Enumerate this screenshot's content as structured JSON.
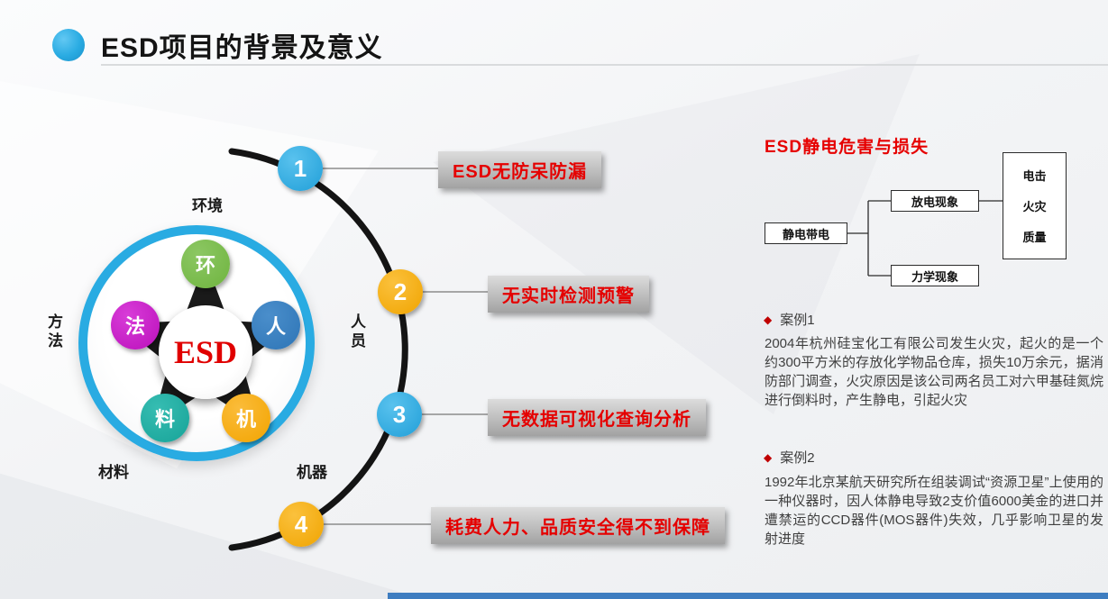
{
  "slide": {
    "title": "ESD项目的背景及意义"
  },
  "colors": {
    "accent_blue": "#29abe2",
    "marker_orange": "#f2a400",
    "ribbon_text_red": "#e50000",
    "hazard_title_red": "#e60000",
    "case_diamond_red": "#c00000",
    "node_green": "#6fb43f",
    "node_blue": "#2e75b6",
    "node_magenta": "#bb10bb",
    "node_teal": "#17a398",
    "node_orange": "#f2a400",
    "bottom_bar_blue": "#3e7dc0"
  },
  "star_diagram": {
    "center": "ESD",
    "nodes": [
      {
        "label": "环"
      },
      {
        "label": "人"
      },
      {
        "label": "法"
      },
      {
        "label": "料"
      },
      {
        "label": "机"
      }
    ],
    "outer_labels": {
      "top": "环境",
      "right": "人员",
      "left": "方法",
      "bottom_left": "材料",
      "bottom_right": "机器"
    }
  },
  "arc_items": [
    {
      "number": "1",
      "label": "ESD无防呆防漏"
    },
    {
      "number": "2",
      "label": "无实时检测预警"
    },
    {
      "number": "3",
      "label": "无数据可视化查询分析"
    },
    {
      "number": "4",
      "label": "耗费人力、品质安全得不到保障"
    }
  ],
  "hazard_panel": {
    "title": "ESD静电危害与损失",
    "flow": {
      "root": "静电带电",
      "branch_top": "放电现象",
      "branch_bottom": "力学现象",
      "outcomes": [
        "电击",
        "火灾",
        "质量"
      ]
    },
    "cases": [
      {
        "bullet": "◆",
        "heading": "案例1",
        "text": "2004年杭州硅宝化工有限公司发生火灾，起火的是一个约300平方米的存放化学物品仓库，损失10万余元，据消防部门调查，火灾原因是该公司两名员工对六甲基硅氮烷进行倒料时，产生静电，引起火灾"
      },
      {
        "bullet": "◆",
        "heading": "案例2",
        "text": "1992年北京某航天研究所在组装调试“资源卫星”上使用的一种仪器时，因人体静电导致2支价值6000美金的进口并遭禁运的CCD器件(MOS器件)失效，几乎影响卫星的发射进度"
      }
    ]
  }
}
